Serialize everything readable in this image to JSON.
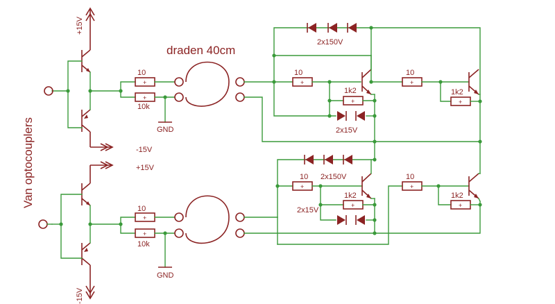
{
  "diagram": {
    "title": "draden 40cm",
    "side_label": "Van optocouplers",
    "supply_pos_label": "+15V",
    "supply_neg_label": "-15V",
    "supply_pos_label_mid": "+15V",
    "supply_neg_label_mid": "-15V",
    "supply_neg_label_bottom": "-15V",
    "gnd_label": "GND",
    "r_series": "10",
    "r_bias": "10k",
    "r_base": "1k2",
    "diode_chain": "2x150V",
    "zener_pair": "2x15V",
    "plus_mark": "+"
  },
  "colors": {
    "wire": "#3a9a3a",
    "part": "#8b2323"
  }
}
